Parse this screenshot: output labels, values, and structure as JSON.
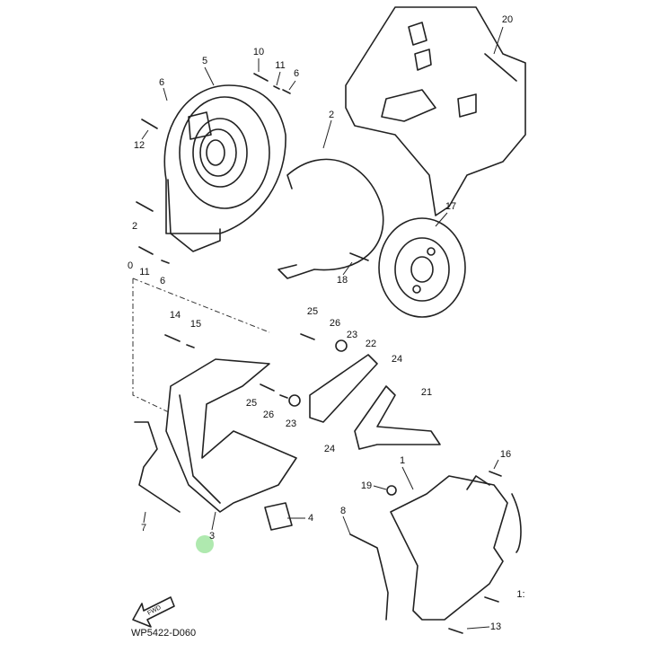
{
  "diagram_code": "WP5422-D060",
  "fwd_arrow_label": "FWD",
  "part_labels": [
    {
      "id": "20",
      "text": "20"
    },
    {
      "id": "5",
      "text": "5"
    },
    {
      "id": "10a",
      "text": "10"
    },
    {
      "id": "11a",
      "text": "11"
    },
    {
      "id": "6a",
      "text": "6"
    },
    {
      "id": "6b",
      "text": "6"
    },
    {
      "id": "12a",
      "text": "12"
    },
    {
      "id": "2a",
      "text": "2"
    },
    {
      "id": "12b",
      "text": "2"
    },
    {
      "id": "17",
      "text": "17"
    },
    {
      "id": "10b",
      "text": "0"
    },
    {
      "id": "11b",
      "text": "11"
    },
    {
      "id": "6c",
      "text": "6"
    },
    {
      "id": "18",
      "text": "18"
    },
    {
      "id": "14",
      "text": "14"
    },
    {
      "id": "15",
      "text": "15"
    },
    {
      "id": "25a",
      "text": "25"
    },
    {
      "id": "26a",
      "text": "26"
    },
    {
      "id": "23a",
      "text": "23"
    },
    {
      "id": "22",
      "text": "22"
    },
    {
      "id": "24a",
      "text": "24"
    },
    {
      "id": "25b",
      "text": "25"
    },
    {
      "id": "26b",
      "text": "26"
    },
    {
      "id": "23b",
      "text": "23"
    },
    {
      "id": "21",
      "text": "21"
    },
    {
      "id": "24b",
      "text": "24"
    },
    {
      "id": "16",
      "text": "16"
    },
    {
      "id": "19",
      "text": "19"
    },
    {
      "id": "1",
      "text": "1"
    },
    {
      "id": "8",
      "text": "8"
    },
    {
      "id": "7",
      "text": "7"
    },
    {
      "id": "3",
      "text": "3"
    },
    {
      "id": "4",
      "text": "4"
    },
    {
      "id": "13a",
      "text": "13"
    },
    {
      "id": "13b",
      "text": "1:"
    }
  ]
}
